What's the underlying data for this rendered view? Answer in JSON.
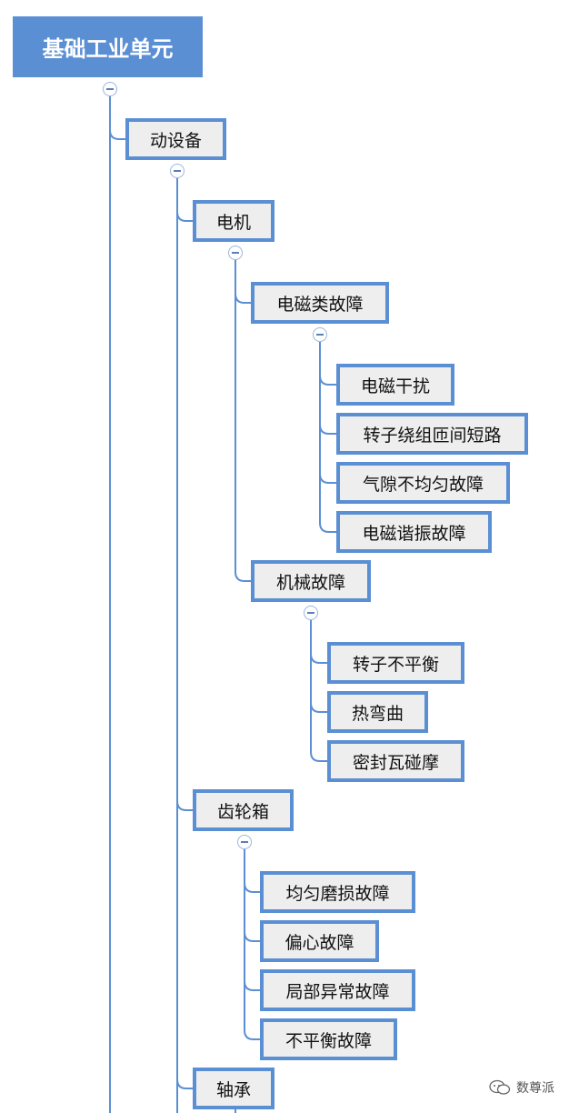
{
  "mindmap": {
    "root": "基础工业单元",
    "level1": "动设备",
    "motor": {
      "label": "电机",
      "electromagnetic": {
        "label": "电磁类故障",
        "children": [
          "电磁干扰",
          "转子绕组匝间短路",
          "气隙不均匀故障",
          "电磁谐振故障"
        ]
      },
      "mechanical": {
        "label": "机械故障",
        "children": [
          "转子不平衡",
          "热弯曲",
          "密封瓦碰摩"
        ]
      }
    },
    "gearbox": {
      "label": "齿轮箱",
      "children": [
        "均匀磨损故障",
        "偏心故障",
        "局部异常故障",
        "不平衡故障"
      ]
    },
    "bearing": {
      "label": "轴承"
    }
  },
  "watermark": {
    "text": "数尊派",
    "icon": "wechat-icon"
  },
  "colors": {
    "accent": "#5b8fd3",
    "node_fill": "#eeeeee",
    "root_text": "#ffffff",
    "line": "#5b8fd3"
  }
}
